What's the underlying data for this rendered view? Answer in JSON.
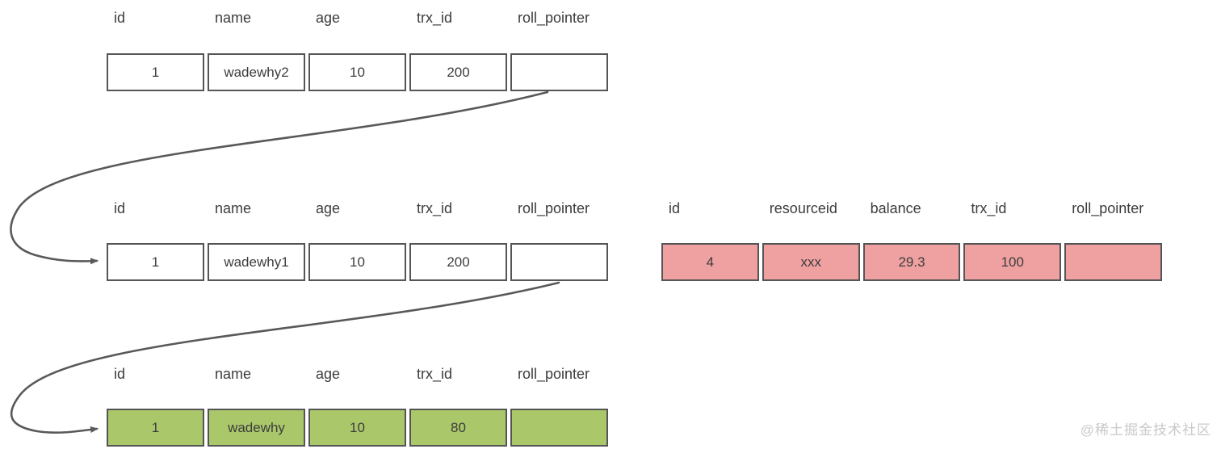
{
  "colors": {
    "border": "#555555",
    "arrow_line": "#595959",
    "green_fill": "#aac76a",
    "pink_fill": "#efa1a1",
    "text": "#3d3d3d",
    "watermark": "#c9c9c9"
  },
  "watermark": "@稀土掘金技术社区",
  "tables": [
    {
      "name": "record-version-2",
      "columns": [
        "id",
        "name",
        "age",
        "trx_id",
        "roll_pointer"
      ],
      "row": [
        "1",
        "wadewhy2",
        "10",
        "200",
        ""
      ]
    },
    {
      "name": "record-version-1",
      "columns": [
        "id",
        "name",
        "age",
        "trx_id",
        "roll_pointer"
      ],
      "row": [
        "1",
        "wadewhy1",
        "10",
        "200",
        ""
      ]
    },
    {
      "name": "record-original",
      "columns": [
        "id",
        "name",
        "age",
        "trx_id",
        "roll_pointer"
      ],
      "row": [
        "1",
        "wadewhy",
        "10",
        "80",
        ""
      ]
    },
    {
      "name": "other-record",
      "columns": [
        "id",
        "resourceid",
        "balance",
        "trx_id",
        "roll_pointer"
      ],
      "row": [
        "4",
        "xxx",
        "29.3",
        "100",
        ""
      ]
    }
  ]
}
